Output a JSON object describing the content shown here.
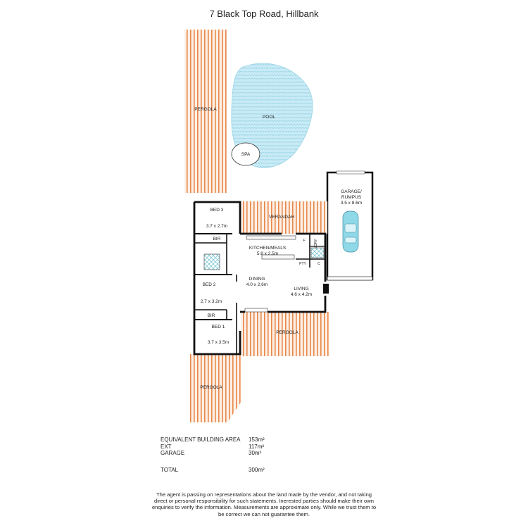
{
  "title": "7 Black Top Road, Hillbank",
  "rooms": {
    "pergola_top": "PERGOLA",
    "pool": "POOL",
    "spa": "SPA",
    "garage_name1": "GARAGE/",
    "garage_name2": "RUMPUS",
    "garage_size": "3.5 x 8.6m",
    "verandah": "VERANDAH",
    "bed3": "BED 3",
    "bed3_size": "3.7 x 2.7m",
    "bir_top": "BIR",
    "kitchen": "KITCHEN/MEALS",
    "kitchen_size": "5.8 x 2.5m",
    "f": "F",
    "ldry": "LDRY",
    "pty": "PTY",
    "c": "C",
    "dining": "DINING",
    "dining_size": "4.0 x 2.6m",
    "living": "LIVING",
    "living_size": "4.6 x 4.2m",
    "bed2": "BED 2",
    "bed2_size": "2.7 x 3.2m",
    "bir_mid": "BIR",
    "bed1": "BED 1",
    "bed1_size": "3.7 x 3.5m",
    "pergola_mid": "PERGOLA",
    "pergola_bottom": "PERGOLA"
  },
  "areas": [
    {
      "label": "EQUIVALENT BUILDING AREA",
      "value": "153m²"
    },
    {
      "label": "EXT",
      "value": "117m²"
    },
    {
      "label": "GARAGE",
      "value": "30m²"
    },
    {
      "label": "TOTAL",
      "value": "300m²"
    }
  ],
  "disclaimer": "The agent is passing on representations about the land made by the vendor, and not taking direct or personal responsibility for such statements. Inerested parties should make their own enquiries to verify the information. Measurements are approximate only. While we trust them to be correct we can not guarantee them.",
  "colors": {
    "deck_stripe": "#e8874a",
    "deck_bg": "#fdf0e6",
    "pool_fill": "#bfe6f2",
    "pool_wave": "#8fd0e6",
    "wall": "#111111",
    "car": "#7fd3e6"
  }
}
